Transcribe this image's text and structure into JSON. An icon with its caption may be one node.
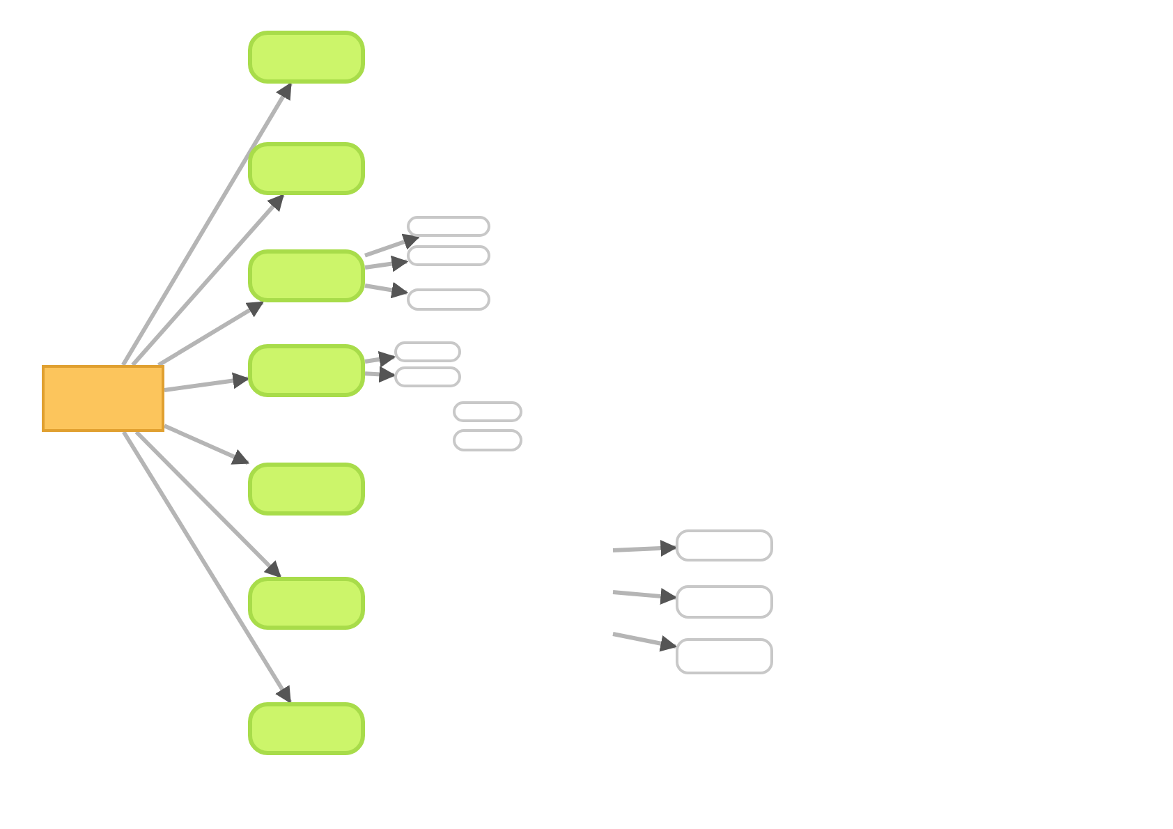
{
  "diagram": {
    "nodes": [
      {
        "text": [],
        "shape": "box"
      },
      {
        "text": [],
        "shape": "box"
      },
      {
        "text": [],
        "shape": "box"
      },
      {
        "text": [],
        "shape": "box"
      },
      {
        "text": [],
        "shape": "box"
      },
      {
        "text": [],
        "shape": "box"
      },
      {
        "text": [],
        "shape": "box"
      },
      {
        "text": [],
        "shape": "box"
      },
      {
        "text": [],
        "shape": "box"
      },
      {
        "text": [],
        "shape": "box"
      },
      {
        "text": [],
        "shape": "box"
      },
      {
        "text": [],
        "shape": "box"
      },
      {
        "text": [],
        "shape": "box"
      },
      {
        "text": [],
        "shape": "box"
      },
      {
        "text": [],
        "shape": "box"
      },
      {
        "text": [],
        "shape": "box"
      },
      {
        "text": [],
        "shape": "box"
      },
      {
        "text": [],
        "shape": "box"
      }
    ],
    "edges": [
      {
        "from": 0,
        "to": 1,
        "arrow": "to"
      },
      {
        "from": 0,
        "to": 2,
        "arrow": "to"
      },
      {
        "from": 0,
        "to": 3,
        "arrow": "to"
      },
      {
        "from": 0,
        "to": 4,
        "arrow": "to"
      },
      {
        "from": 0,
        "to": 5,
        "arrow": "to"
      },
      {
        "from": 0,
        "to": 6,
        "arrow": "to"
      },
      {
        "from": 0,
        "to": 7,
        "arrow": "to"
      },
      {
        "from": 3,
        "to": 8,
        "arrow": "to"
      },
      {
        "from": 3,
        "to": 9,
        "arrow": "to"
      },
      {
        "from": 3,
        "to": 10,
        "arrow": "to"
      },
      {
        "from": 4,
        "to": 11,
        "arrow": "to"
      },
      {
        "from": 4,
        "to": 12,
        "arrow": "to"
      },
      {
        "from": null,
        "to": 15,
        "arrow": "to"
      },
      {
        "from": null,
        "to": 16,
        "arrow": "to"
      },
      {
        "from": null,
        "to": 17,
        "arrow": "to"
      }
    ]
  }
}
